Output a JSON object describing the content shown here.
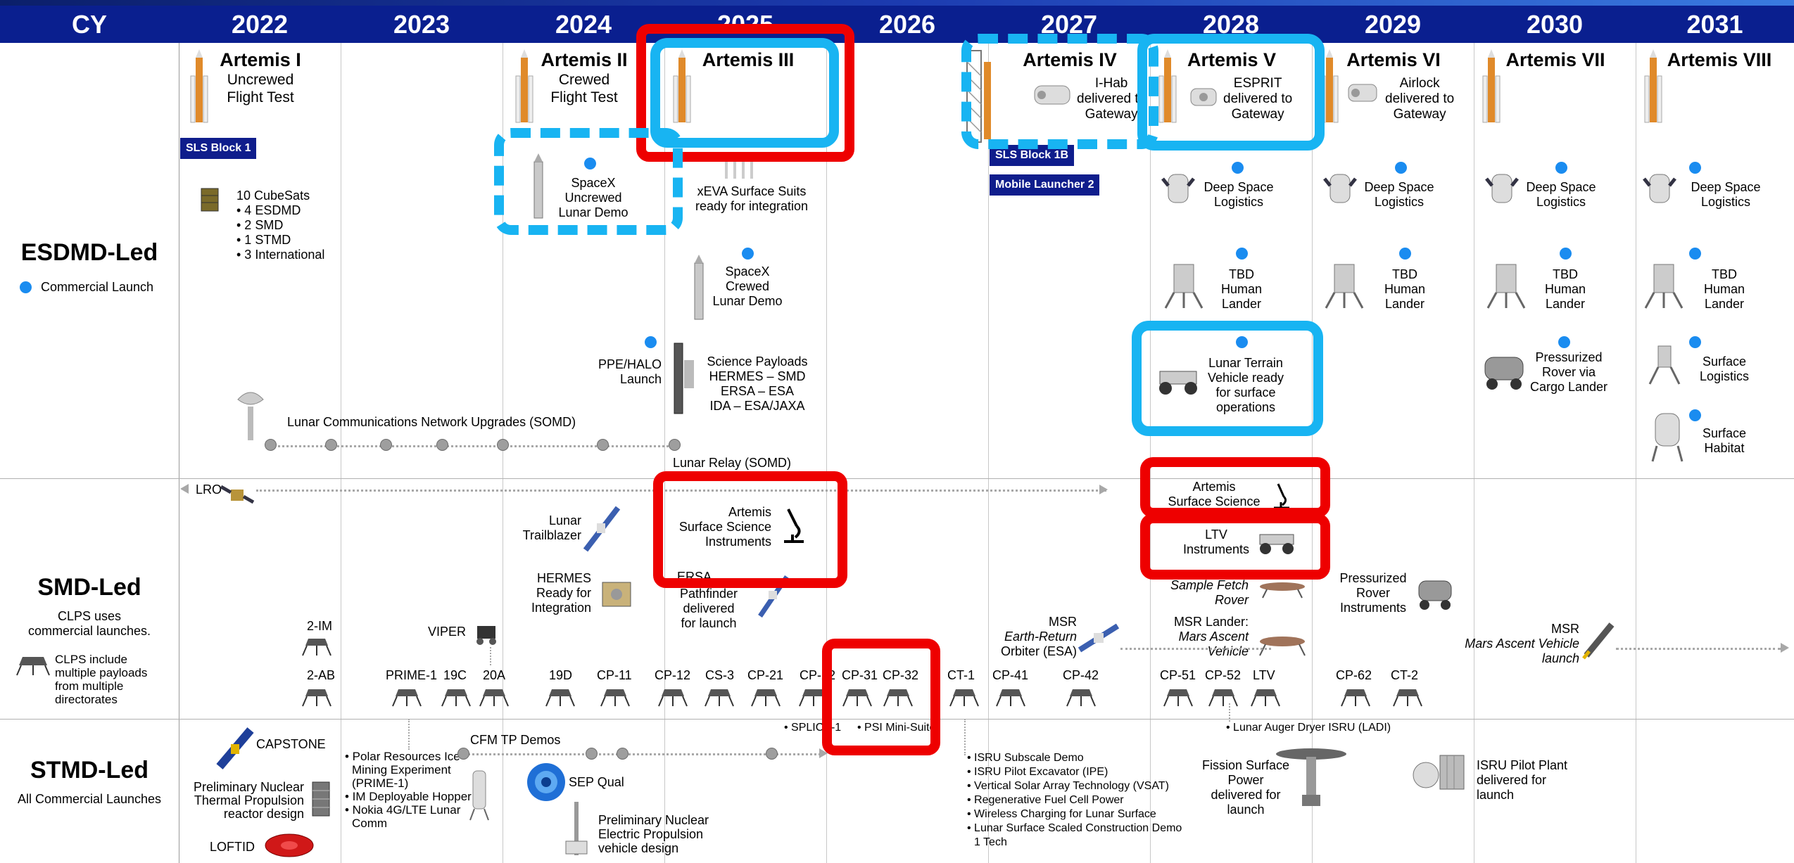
{
  "colors": {
    "header_bg": "#0a1f8f",
    "commercial_dot": "#1a8cf0",
    "highlight_red": "#ee0000",
    "highlight_blue": "#18b4f2",
    "badge_bg": "#0f1d8c"
  },
  "header": {
    "cy": "CY",
    "years": [
      "2022",
      "2023",
      "2024",
      "2025",
      "2026",
      "2027",
      "2028",
      "2029",
      "2030",
      "2031"
    ]
  },
  "rows": {
    "esdmd": {
      "title": "ESDMD-Led",
      "legend": "Commercial Launch"
    },
    "smd": {
      "title": "SMD-Led",
      "line1": "CLPS uses",
      "line2": "commercial launches.",
      "clps_note": [
        "CLPS include",
        "multiple payloads",
        "from multiple",
        "directorates"
      ]
    },
    "stmd": {
      "title": "STMD-Led",
      "subtitle": "All Commercial Launches"
    }
  },
  "missions": [
    {
      "name": "Artemis I",
      "sub": [
        "Uncrewed",
        "Flight Test"
      ]
    },
    {
      "name": "Artemis II",
      "sub": [
        "Crewed",
        "Flight Test"
      ]
    },
    {
      "name": "Artemis III",
      "sub": []
    },
    {
      "name": "Artemis IV",
      "sub": [
        "I-Hab",
        "delivered to",
        "Gateway"
      ]
    },
    {
      "name": "Artemis V",
      "sub": [
        "ESPRIT",
        "delivered to",
        "Gateway"
      ]
    },
    {
      "name": "Artemis VI",
      "sub": [
        "Airlock",
        "delivered to",
        "Gateway"
      ]
    },
    {
      "name": "Artemis VII",
      "sub": []
    },
    {
      "name": "Artemis VIII",
      "sub": []
    }
  ],
  "badges": {
    "sls_block1": "SLS Block 1",
    "sls_block1b": "SLS Block 1B",
    "mobile_launcher2": "Mobile Launcher 2"
  },
  "esdmd_items": {
    "cubesats": [
      "10 CubeSats",
      "• 4 ESDMD",
      "• 2 SMD",
      "• 1 STMD",
      "• 3 International"
    ],
    "spacex_uncrewed": [
      "SpaceX",
      "Uncrewed",
      "Lunar Demo"
    ],
    "xeva": [
      "xEVA Surface Suits",
      "ready for integration"
    ],
    "spacex_crewed": [
      "SpaceX",
      "Crewed",
      "Lunar Demo"
    ],
    "ppe_halo": [
      "PPE/HALO",
      "Launch"
    ],
    "science_payloads": [
      "Science Payloads",
      "HERMES – SMD",
      "ERSA – ESA",
      "IDA – ESA/JAXA"
    ],
    "lcn": "Lunar Communications Network Upgrades (SOMD)",
    "lunar_relay": "Lunar Relay (SOMD)",
    "dsl": [
      "Deep Space",
      "Logistics"
    ],
    "tbd_lander": [
      "TBD",
      "Human",
      "Lander"
    ],
    "ltv_ready": [
      "Lunar Terrain",
      "Vehicle ready",
      "for surface",
      "operations"
    ],
    "pressurized_rover": [
      "Pressurized",
      "Rover via",
      "Cargo Lander"
    ],
    "surface_logistics": [
      "Surface",
      "Logistics"
    ],
    "surface_habitat": [
      "Surface",
      "Habitat"
    ]
  },
  "smd_items": {
    "lro": "LRO",
    "lunar_trailblazer": [
      "Lunar",
      "Trailblazer"
    ],
    "artemis_ssi": [
      "Artemis",
      "Surface Science",
      "Instruments"
    ],
    "hermes_ready": [
      "HERMES",
      "Ready for",
      "Integration"
    ],
    "ersa_partial": "ERSA",
    "pathfinder": [
      "Pathfinder",
      "delivered",
      "for launch"
    ],
    "artemis_ss_2028": [
      "Artemis",
      "Surface Science"
    ],
    "ltv_instruments": [
      "LTV",
      "Instruments"
    ],
    "sample_fetch": [
      "Sample Fetch",
      "Rover"
    ],
    "pressurized_rover_instr": [
      "Pressurized",
      "Rover",
      "Instruments"
    ],
    "msr_lander": [
      "MSR Lander:",
      "Mars Ascent",
      "Vehicle"
    ],
    "msr_ero": [
      "MSR",
      "Earth-Return",
      "Orbiter (ESA)"
    ],
    "msr_mav": [
      "MSR",
      "Mars Ascent Vehicle",
      "launch"
    ],
    "viper": "VIPER",
    "clps": [
      "2-IM",
      "2-AB",
      "PRIME-1",
      "19C",
      "20A",
      "19D",
      "CP-11",
      "CP-12",
      "CS-3",
      "CP-21",
      "CP-22",
      "CP-31",
      "CP-32",
      "CT-1",
      "CP-41",
      "CP-42",
      "CP-51",
      "CP-52",
      "LTV",
      "CP-62",
      "CT-2"
    ]
  },
  "stmd_items": {
    "capstone": "CAPSTONE",
    "ntp": [
      "Preliminary Nuclear",
      "Thermal Propulsion",
      "reactor design"
    ],
    "loftid": "LOFTID",
    "prime_list": [
      "• Polar Resources Ice",
      "Mining Experiment",
      "(PRIME-1)",
      "• IM Deployable Hopper",
      "• Nokia 4G/LTE Lunar",
      "Comm"
    ],
    "cfm": "CFM TP Demos",
    "sep": "SEP Qual",
    "nep": [
      "Preliminary Nuclear",
      "Electric Propulsion",
      "vehicle design"
    ],
    "splice": "• SPLICE-1",
    "psi": "• PSI Mini-Suite",
    "ct1_list": [
      "• ISRU Subscale Demo",
      "• ISRU Pilot Excavator (IPE)",
      "• Vertical Solar Array Technology (VSAT)",
      "• Regenerative Fuel Cell Power",
      "• Wireless Charging for Lunar Surface",
      "• Lunar Surface Scaled Construction Demo",
      "1 Tech"
    ],
    "ladi": "• Lunar Auger Dryer ISRU (LADI)",
    "fission": [
      "Fission Surface",
      "Power",
      "delivered for",
      "launch"
    ],
    "isru_pilot": [
      "ISRU Pilot Plant",
      "delivered for",
      "launch"
    ]
  }
}
